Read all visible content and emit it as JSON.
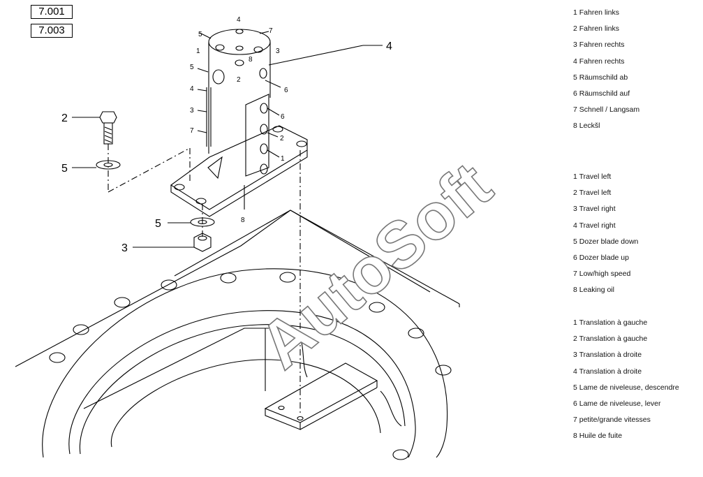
{
  "refs": [
    "7.001",
    "7.003"
  ],
  "watermark": "AutoSoft",
  "callouts": {
    "big": [
      "4",
      "2",
      "5",
      "5",
      "3",
      "8"
    ],
    "top": [
      "4",
      "5",
      "7",
      "1",
      "3",
      "8",
      "2"
    ],
    "side_left": [
      "5",
      "4",
      "3",
      "7"
    ],
    "side_right": [
      "6",
      "6",
      "2",
      "1"
    ]
  },
  "legend_de": [
    "1 Fahren links",
    "2 Fahren links",
    "3 Fahren rechts",
    "4 Fahren rechts",
    "5 Räumschild ab",
    "6 Räumschild auf",
    "7 Schnell / Langsam",
    "8 Leckšl"
  ],
  "legend_en": [
    "1 Travel left",
    "2 Travel left",
    "3 Travel right",
    "4 Travel right",
    "5 Dozer blade down",
    "6 Dozer blade up",
    "7 Low/high speed",
    "8 Leaking oil"
  ],
  "legend_fr": [
    "1 Translation à gauche",
    "2 Translation à gauche",
    "3 Translation à droite",
    "4 Translation à droite",
    "5 Lame de niveleuse, descendre",
    "6 Lame de niveleuse, lever",
    "7 petite/grande vitesses",
    "8 Huile de fuite"
  ]
}
